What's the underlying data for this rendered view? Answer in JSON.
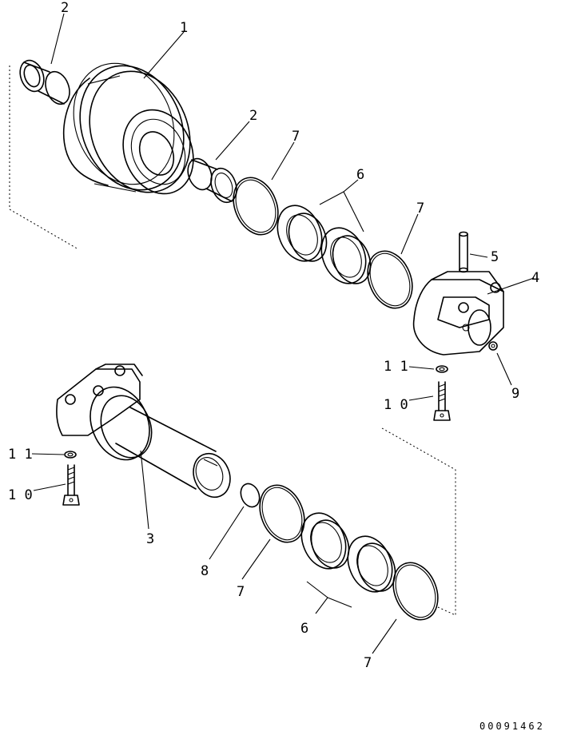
{
  "drawing_ref": "00091462",
  "callouts": {
    "c1": "1",
    "c2a": "2",
    "c2b": "2",
    "c3": "3",
    "c4": "4",
    "c5": "5",
    "c6a": "6",
    "c6b": "6",
    "c7a": "7",
    "c7b": "7",
    "c7c": "7",
    "c7d": "7",
    "c8": "8",
    "c9": "9",
    "c10a": "1 0",
    "c10b": "1 0",
    "c11a": "1 1",
    "c11b": "1 1"
  }
}
